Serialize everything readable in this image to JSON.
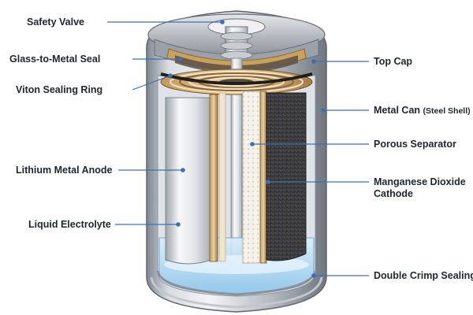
{
  "labels_left": {
    "safety_valve": "Safety Valve",
    "glass_metal_seal": "Glass-to-Metal Seal",
    "viton_ring": "Viton Sealing Ring",
    "anode": "Lithium Metal Anode",
    "electrolyte": "Liquid Electrolyte"
  },
  "labels_right": {
    "top_cap": "Top Cap",
    "metal_can": "Metal Can",
    "metal_can_note": "(Steel Shell)",
    "separator": "Porous Separator",
    "cathode_line1": "Manganese Dioxide",
    "cathode_line2": "Cathode",
    "crimp": "Double Crimp Sealing"
  },
  "colors": {
    "steel": "#a9b0b8",
    "anode": "#e6e8ea",
    "cathode": "#3a3a3c",
    "separator": "#f4f1ea",
    "electrolyte": "#bfe0f5",
    "seal_gold": "#c9a15a",
    "leader": "#3d6fb6"
  }
}
